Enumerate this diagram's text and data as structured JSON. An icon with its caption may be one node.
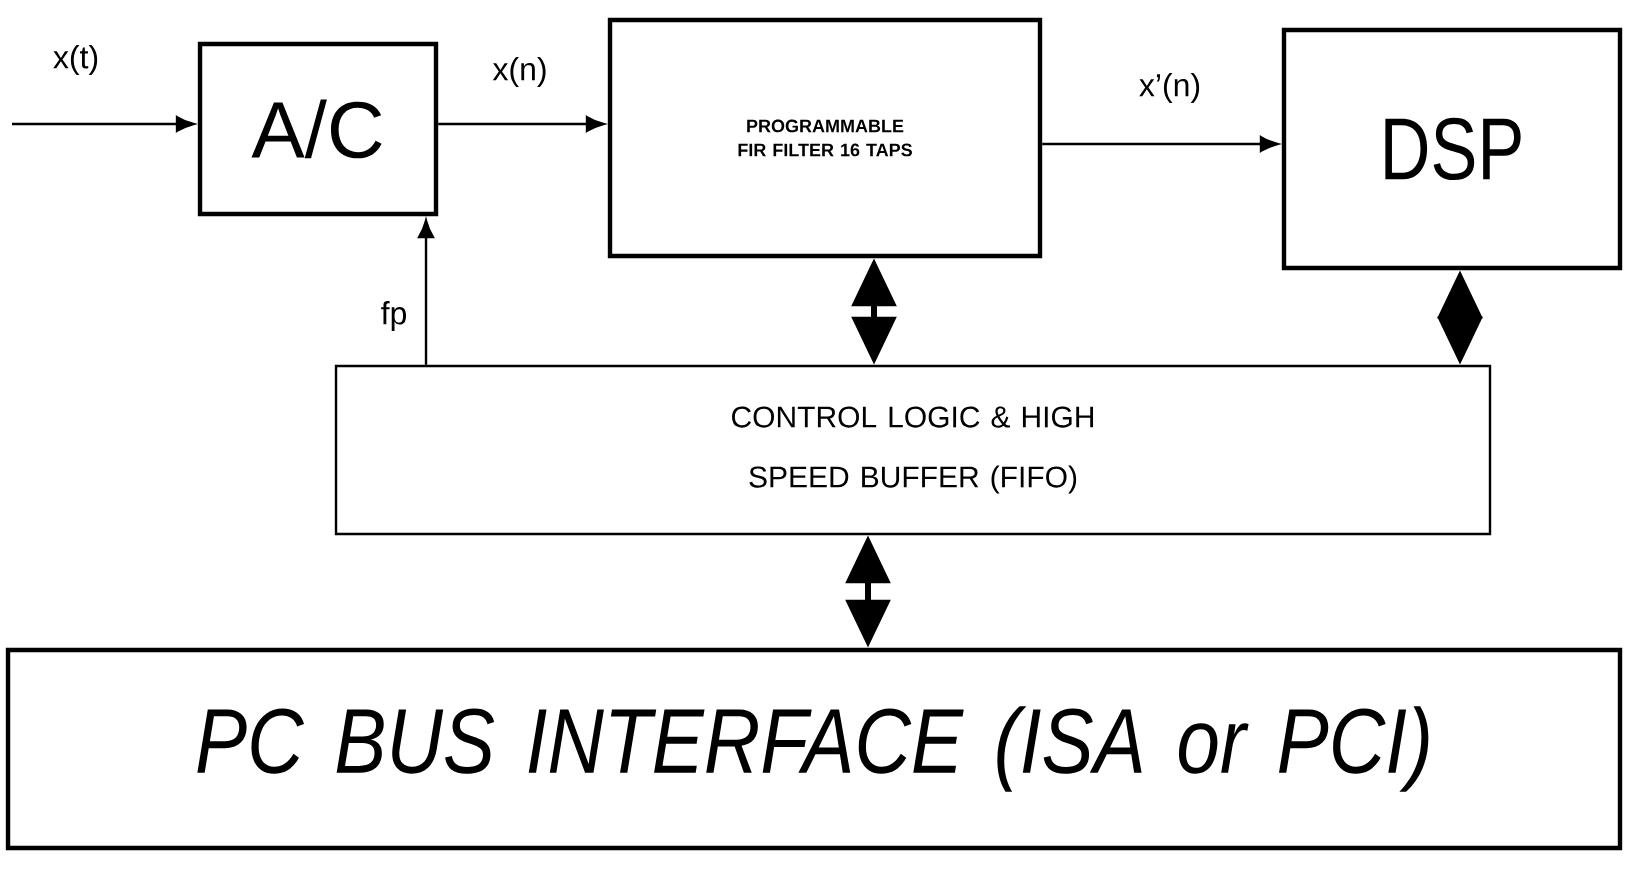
{
  "diagram": {
    "nodes": [
      {
        "text": [
          "A/C"
        ]
      },
      {
        "text": [
          "PROGRAMMABLE FIR FILTER 16 TAPS"
        ]
      },
      {
        "text": [
          "DSP"
        ]
      },
      {
        "text": [
          "CONTROL LOGIC & HIGH SPEED BUFFER (FIFO)"
        ]
      },
      {
        "text": [
          "PC BUS INTERFACE (ISA or PCI)"
        ]
      }
    ],
    "edges": [
      {
        "from": null,
        "to": 0,
        "arrow": "to",
        "label": "x(t)"
      },
      {
        "from": 0,
        "to": 1,
        "arrow": "to",
        "label": "x(n)"
      },
      {
        "from": 1,
        "to": 2,
        "arrow": "to",
        "label": "x’(n)"
      },
      {
        "from": 3,
        "to": 0,
        "arrow": "to",
        "label": "fp"
      },
      {
        "from": 1,
        "to": 3,
        "arrow": "both",
        "style": "thick"
      },
      {
        "from": 2,
        "to": 3,
        "arrow": "both",
        "style": "thick"
      },
      {
        "from": 3,
        "to": 4,
        "arrow": "both",
        "style": "thick"
      }
    ]
  }
}
